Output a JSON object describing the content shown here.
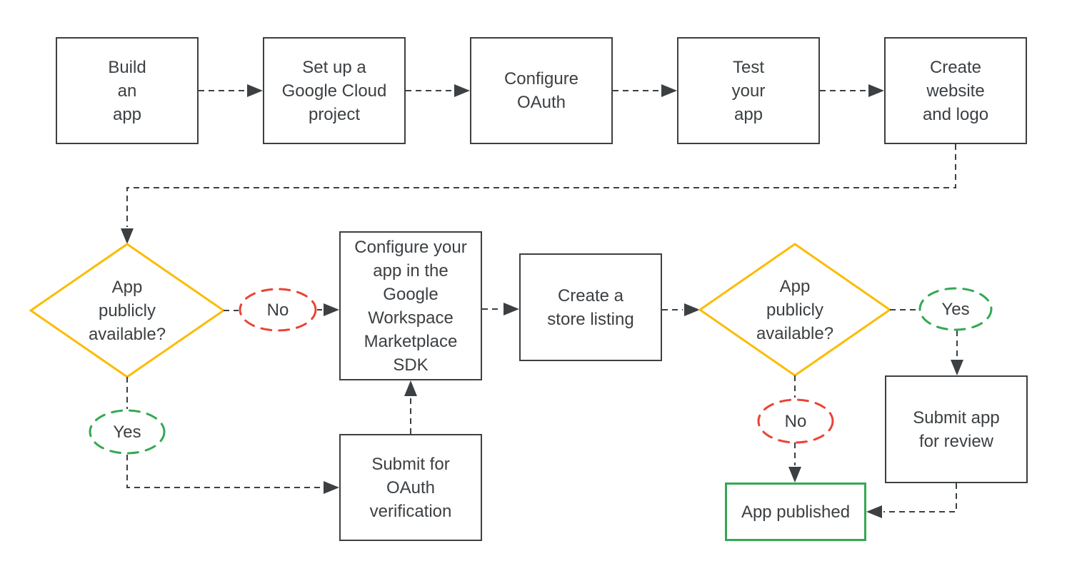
{
  "diagram": {
    "nodes": {
      "build": {
        "label": "Build\nan\napp"
      },
      "cloud": {
        "label": "Set up a\nGoogle Cloud\nproject"
      },
      "oauth": {
        "label": "Configure\nOAuth"
      },
      "test": {
        "label": "Test\nyour\napp"
      },
      "website": {
        "label": "Create\nwebsite\nand logo"
      },
      "decision1": {
        "label": "App\npublicly\navailable?"
      },
      "sdk": {
        "label": "Configure your\napp in the\nGoogle\nWorkspace\nMarketplace\nSDK"
      },
      "store": {
        "label": "Create a\nstore listing"
      },
      "decision2": {
        "label": "App\npublicly\navailable?"
      },
      "submit_review": {
        "label": "Submit app\nfor review"
      },
      "submit_oauth": {
        "label": "Submit for\nOAuth\nverification"
      },
      "published": {
        "label": "App published"
      }
    },
    "branch_labels": {
      "decision1_no": "No",
      "decision1_yes": "Yes",
      "decision2_yes": "Yes",
      "decision2_no": "No"
    },
    "colors": {
      "outline": "#3c4043",
      "text": "#3c4043",
      "decision_border": "#fbbc04",
      "yes_border": "#34a853",
      "no_border": "#ea4335",
      "published_border": "#34a853",
      "background": "#ffffff"
    },
    "edges": [
      {
        "from": "build",
        "to": "cloud"
      },
      {
        "from": "cloud",
        "to": "oauth"
      },
      {
        "from": "oauth",
        "to": "test"
      },
      {
        "from": "test",
        "to": "website"
      },
      {
        "from": "website",
        "to": "decision1"
      },
      {
        "from": "decision1",
        "to": "sdk",
        "label": "No"
      },
      {
        "from": "decision1",
        "to": "submit_oauth",
        "label": "Yes"
      },
      {
        "from": "submit_oauth",
        "to": "sdk"
      },
      {
        "from": "sdk",
        "to": "store"
      },
      {
        "from": "store",
        "to": "decision2"
      },
      {
        "from": "decision2",
        "to": "submit_review",
        "label": "Yes"
      },
      {
        "from": "decision2",
        "to": "published",
        "label": "No"
      },
      {
        "from": "submit_review",
        "to": "published"
      }
    ]
  }
}
